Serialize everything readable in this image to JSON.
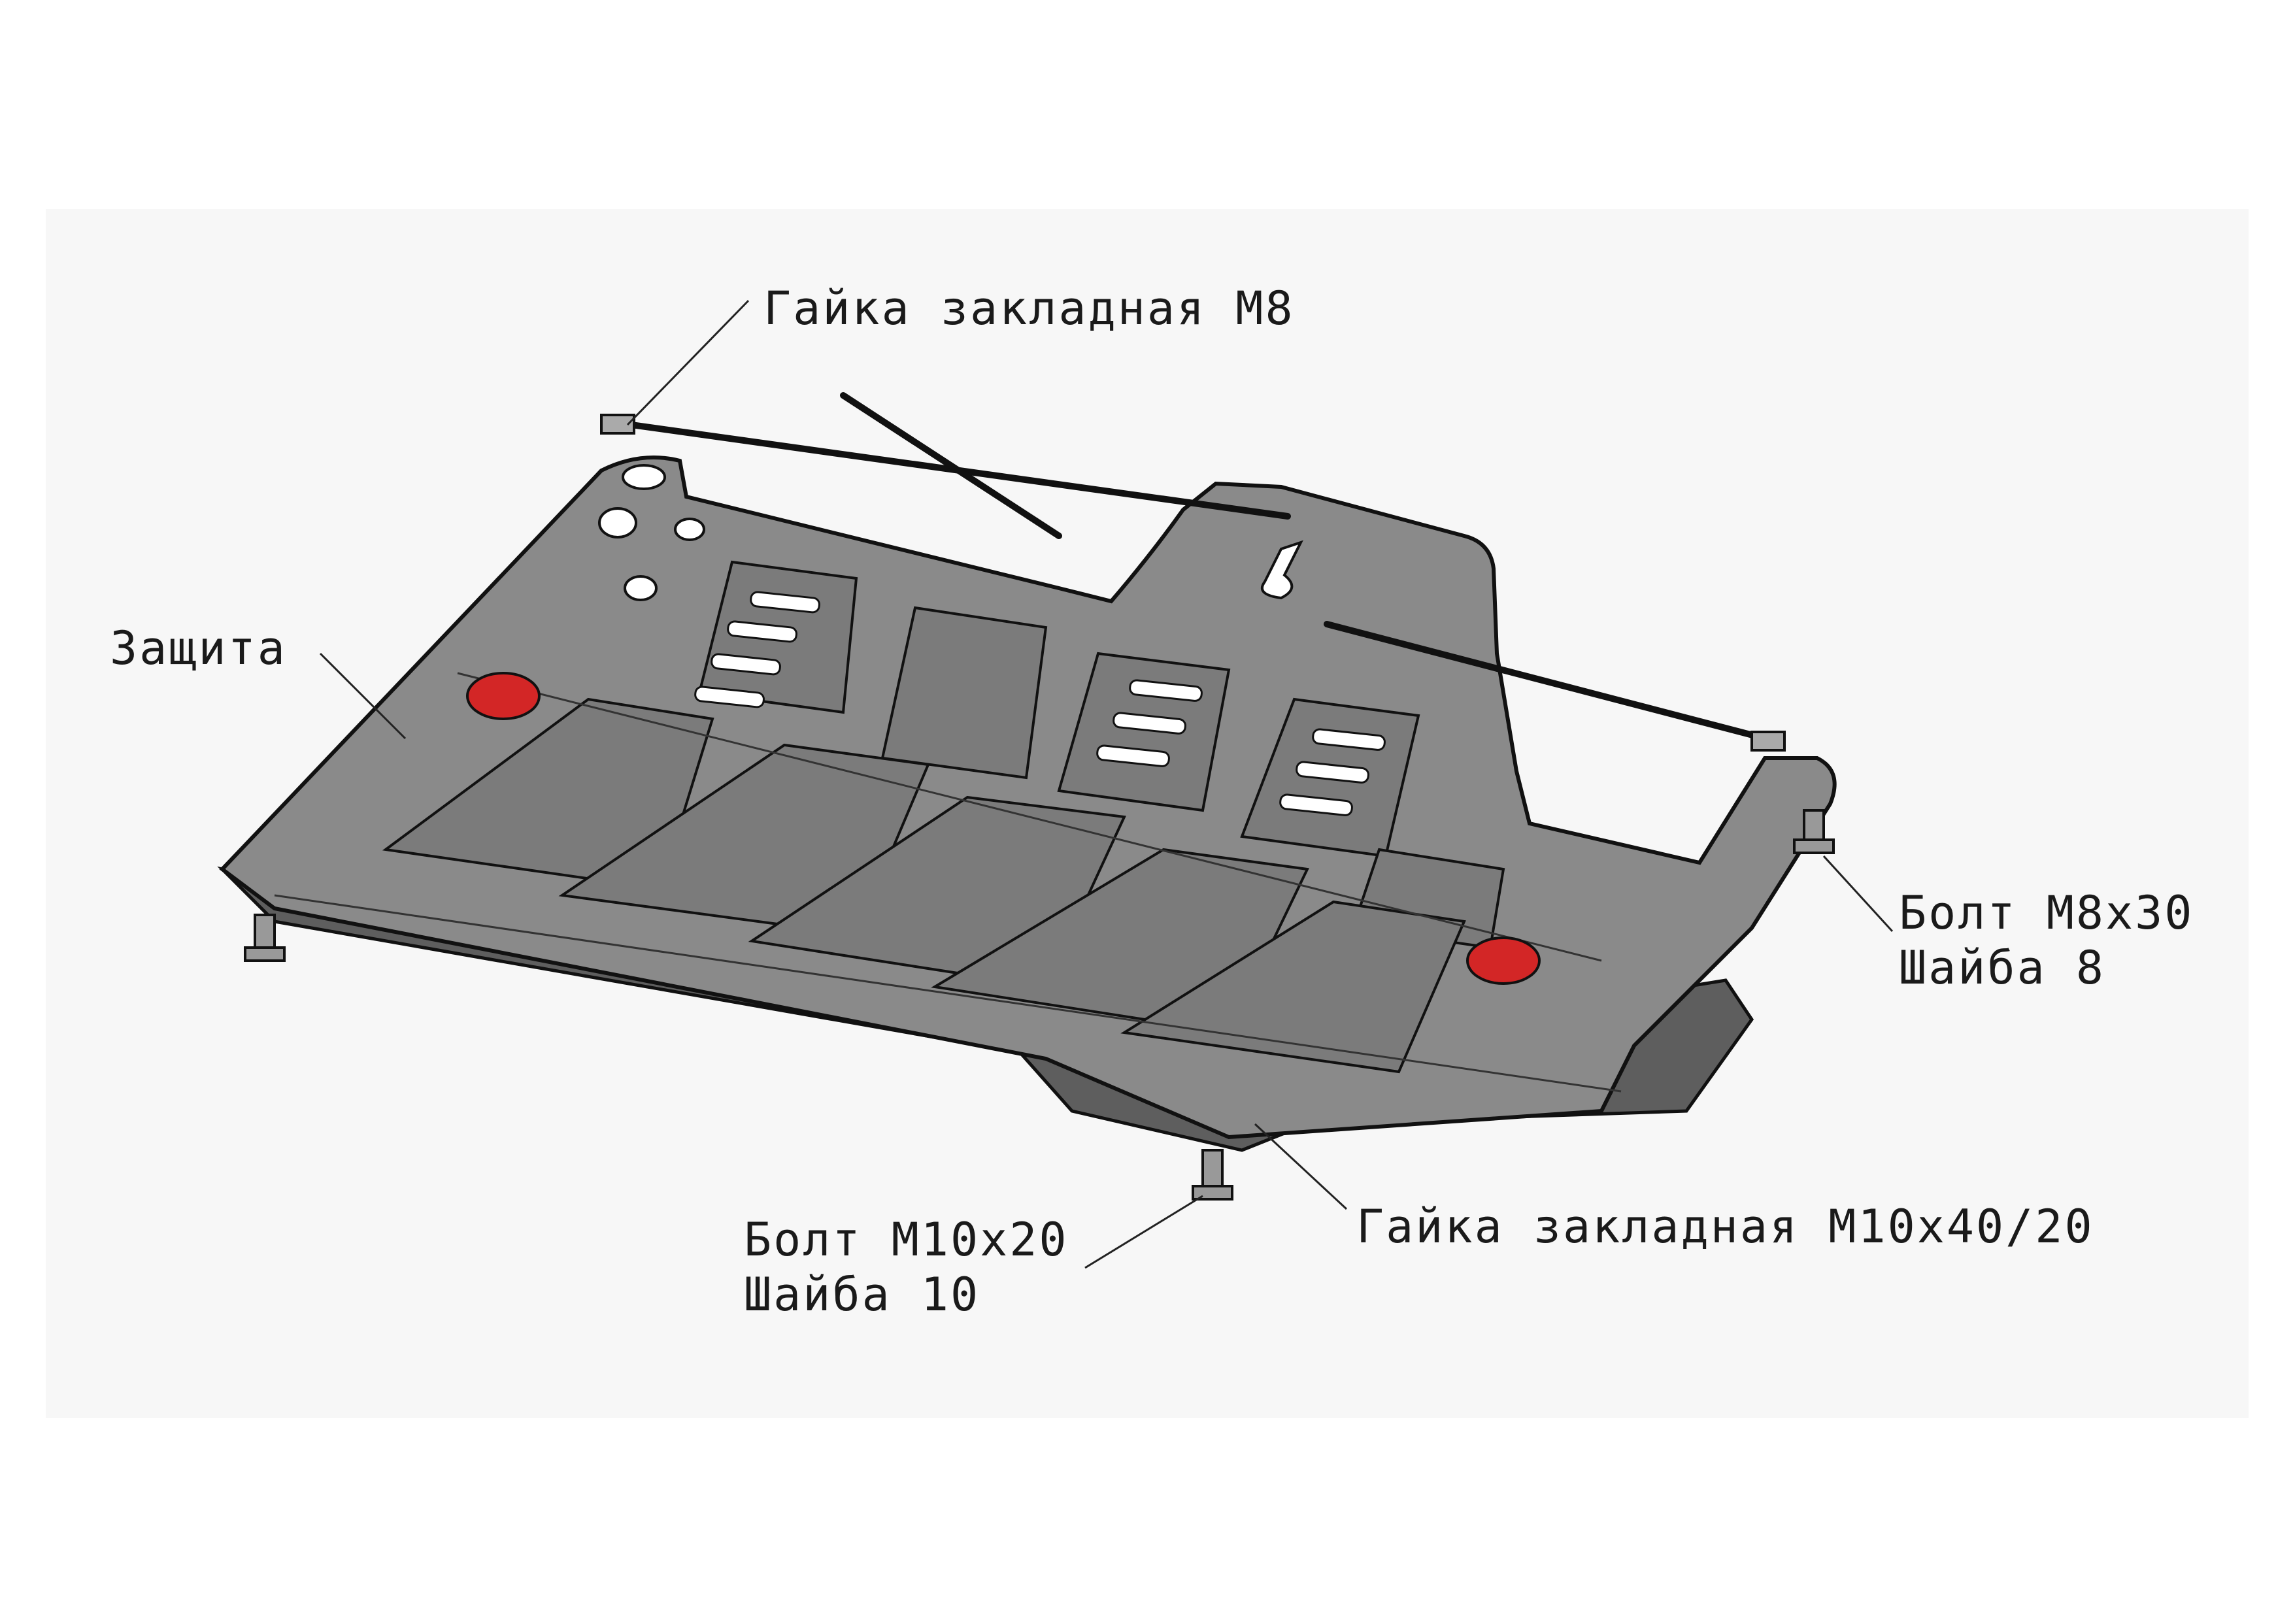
{
  "diagram": {
    "labels": {
      "nut_m8": "Гайка закладная М8",
      "shield": "Защита",
      "bolt_m8": "Болт М8х30",
      "washer_8": "Шайба 8",
      "bolt_m10": "Болт М10х20",
      "washer_10": "Шайба 10",
      "nut_m10": "Гайка закладная М10х40/20"
    },
    "colors": {
      "plate": "#8a8a8a",
      "plate_dark": "#6f6f6f",
      "outline": "#111111",
      "accent_plug": "#d32626",
      "leader": "#222222",
      "background_panel": "#f6f6f6"
    }
  }
}
